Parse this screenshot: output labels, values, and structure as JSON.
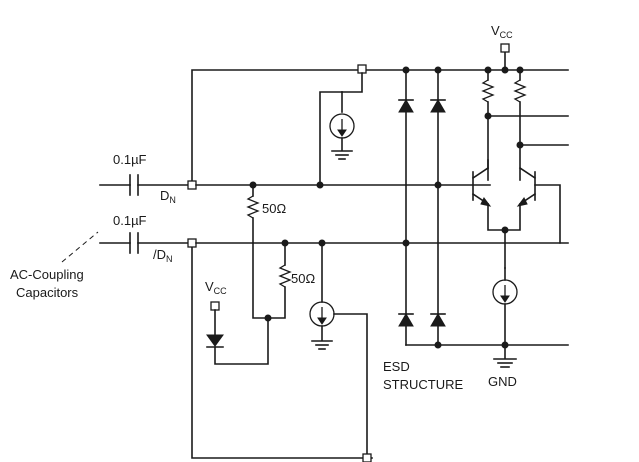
{
  "diagram": {
    "supply_top": {
      "main": "V",
      "sub": "CC"
    },
    "supply_left": {
      "main": "V",
      "sub": "CC"
    },
    "cap_top": "0.1µF",
    "cap_bottom": "0.1µF",
    "input_pos": {
      "main": "D",
      "sub": "N"
    },
    "input_neg": {
      "main": "/D",
      "sub": "N"
    },
    "res_top": "50Ω",
    "res_bottom": "50Ω",
    "coupling_label_line1": "AC-Coupling",
    "coupling_label_line2": "Capacitors",
    "esd_line1": "ESD",
    "esd_line2": "STRUCTURE",
    "gnd": "GND"
  }
}
